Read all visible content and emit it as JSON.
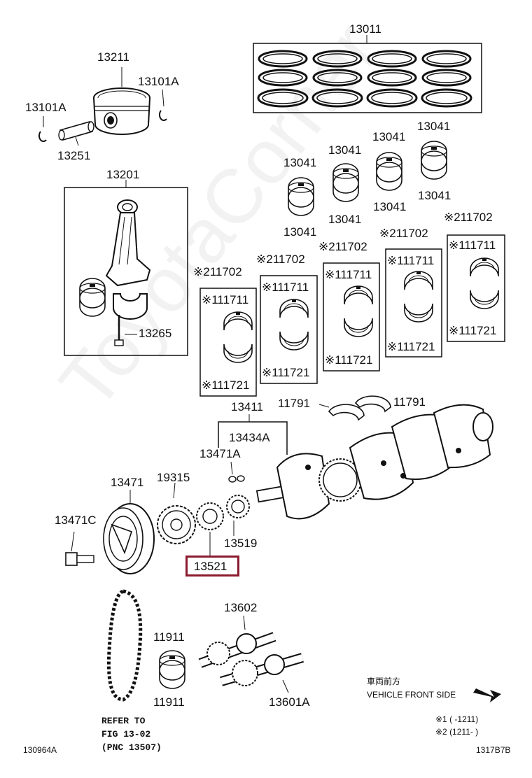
{
  "watermark": "ToyotaCorner",
  "parts": {
    "p13011": "13011",
    "p13211": "13211",
    "p13101a_right": "13101A",
    "p13101a_left": "13101A",
    "p13251": "13251",
    "p13201": "13201",
    "p13265": "13265",
    "p13041_a": "13041",
    "p13041_b": "13041",
    "p13041_c": "13041",
    "p13041_d": "13041",
    "p13041_e": "13041",
    "p13041_f": "13041",
    "p13041_g": "13041",
    "p13041_h": "13041",
    "p11702_1": "※211702",
    "p11702_2": "※211702",
    "p11702_3": "※211702",
    "p11702_4": "※211702",
    "p11702_5": "※211702",
    "p11711_1": "※111711",
    "p11711_2": "※111711",
    "p11711_3": "※111711",
    "p11711_4": "※111711",
    "p11711_5": "※111711",
    "p11721_1": "※111721",
    "p11721_2": "※111721",
    "p11721_3": "※111721",
    "p11721_4": "※111721",
    "p11721_5": "※111721",
    "p13411": "13411",
    "p11791_l": "11791",
    "p11791_r": "11791",
    "p13434a": "13434A",
    "p13471a": "13471A",
    "p13471": "13471",
    "p19315": "19315",
    "p13471c": "13471C",
    "p13519": "13519",
    "p13521": "13521",
    "p13602": "13602",
    "p11911_t": "11911",
    "p11911_b": "11911",
    "p13601a": "13601A"
  },
  "refer": {
    "line1": "REFER TO",
    "line2": "FIG 13-02",
    "line3": "(PNC 13507)"
  },
  "front": {
    "jp": "車両前方",
    "en": "VEHICLE FRONT SIDE"
  },
  "notes": {
    "n1": "※1 (       -1211)",
    "n2": "※2 (1211-        )"
  },
  "codes": {
    "left": "130964A",
    "right": "1317B7B"
  },
  "highlighted_part": "13521"
}
